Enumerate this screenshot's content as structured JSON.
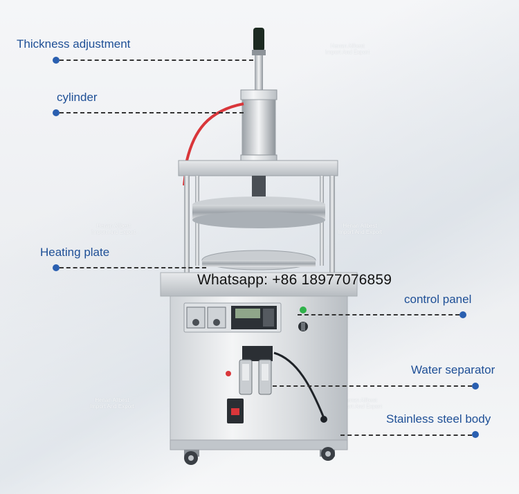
{
  "labels": {
    "thickness": "Thickness adjustment",
    "cylinder": "cylinder",
    "heating": "Heating plate",
    "control": "control panel",
    "water": "Water separator",
    "body": "Stainless steel body"
  },
  "contact": "Whatsapp: +86 18977076859",
  "watermark": {
    "line1": "Henan Allbest",
    "line2": "Import And Export"
  },
  "colors": {
    "label": "#1e4f96",
    "dot": "#2a5fb0",
    "leader": "#333333"
  }
}
